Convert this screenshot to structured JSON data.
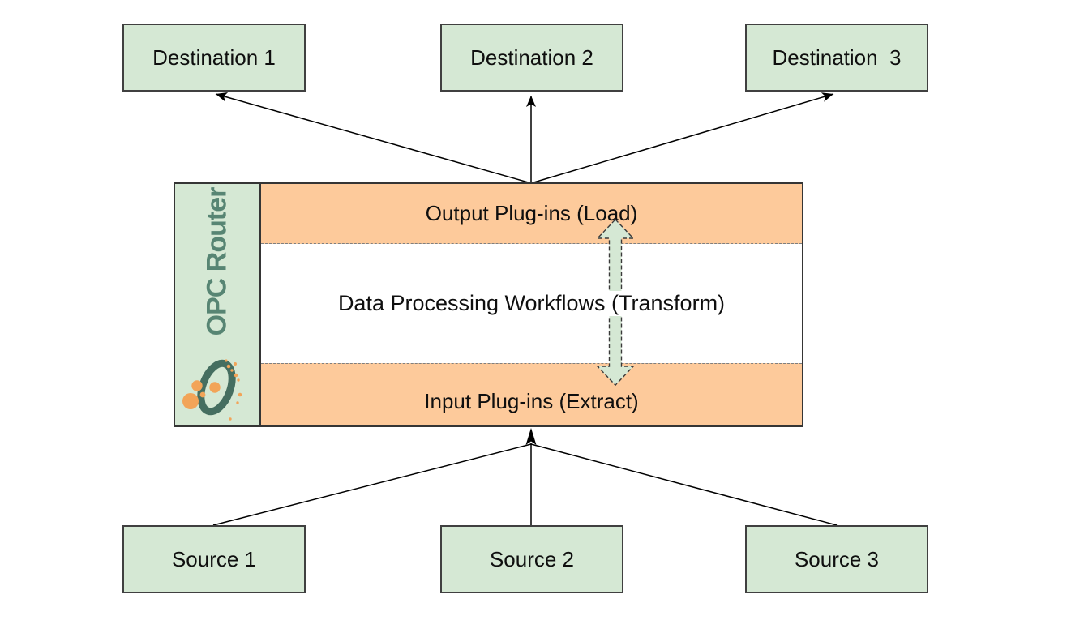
{
  "destinations": [
    {
      "label": "Destination 1"
    },
    {
      "label": "Destination 2"
    },
    {
      "label": "Destination  3"
    }
  ],
  "sources": [
    {
      "label": "Source 1"
    },
    {
      "label": "Source 2"
    },
    {
      "label": "Source 3"
    }
  ],
  "router": {
    "brand": "OPC Router",
    "sections": {
      "output": "Output Plug-ins (Load)",
      "transform": "Data Processing Workflows (Transform)",
      "input": "Input Plug-ins (Extract)"
    }
  },
  "colors": {
    "node_fill_green": "#d5e8d4",
    "node_border": "#404040",
    "plugin_band_orange": "#fdca9b",
    "brand_text_green": "#578573",
    "logo_ring_teal": "#456e60",
    "logo_dot_orange": "#f2a458",
    "connector_black": "#000000",
    "etl_arrow_fill": "#d5e8d4",
    "dashed_separator_gray": "#7f7f7f"
  },
  "icons": {
    "logo": "opc-router-logo",
    "etl_arrow": "double-headed-dashed-arrow"
  }
}
